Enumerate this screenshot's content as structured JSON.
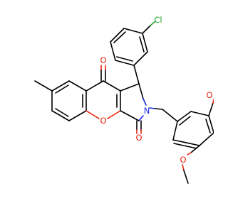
{
  "molecule": {
    "atom_labels": {
      "chlorine": "Cl",
      "ketone_oxygen": "O",
      "ring_oxygen": "O",
      "lactam_oxygen": "O",
      "nitrogen": "N",
      "methoxy_oxygen_para": "O",
      "methoxy_oxygen_meta": "O"
    },
    "colors": {
      "bond": "#000000",
      "oxygen": "#e8220c",
      "nitrogen": "#1c28e6",
      "chlorine": "#2aa52a",
      "background": "#ffffff"
    }
  }
}
